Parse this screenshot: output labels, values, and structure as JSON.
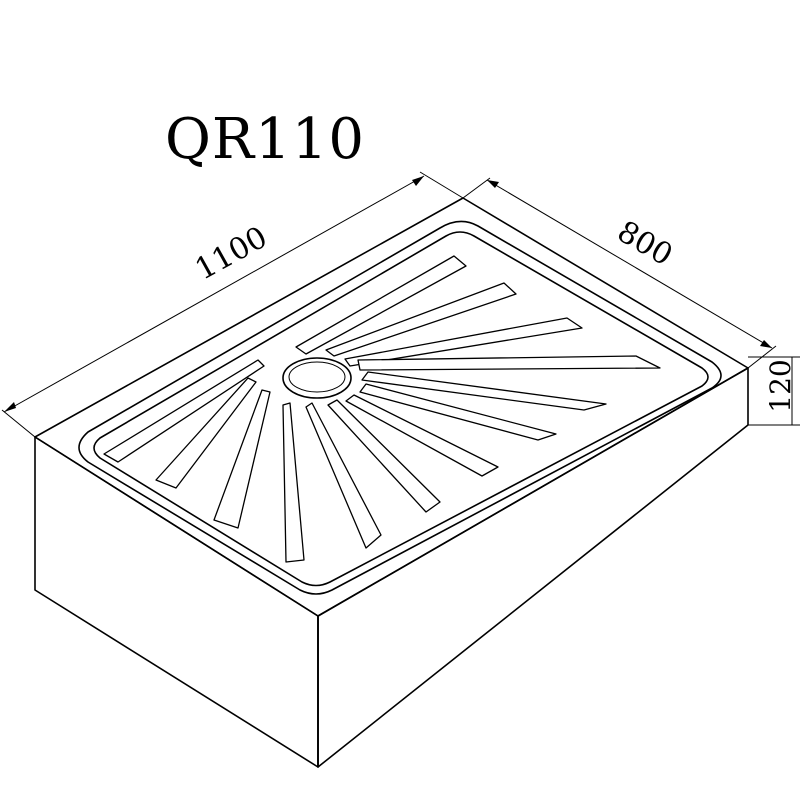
{
  "model_label": "QR110",
  "dimensions": {
    "length": "1100",
    "width": "800",
    "height": "120"
  }
}
